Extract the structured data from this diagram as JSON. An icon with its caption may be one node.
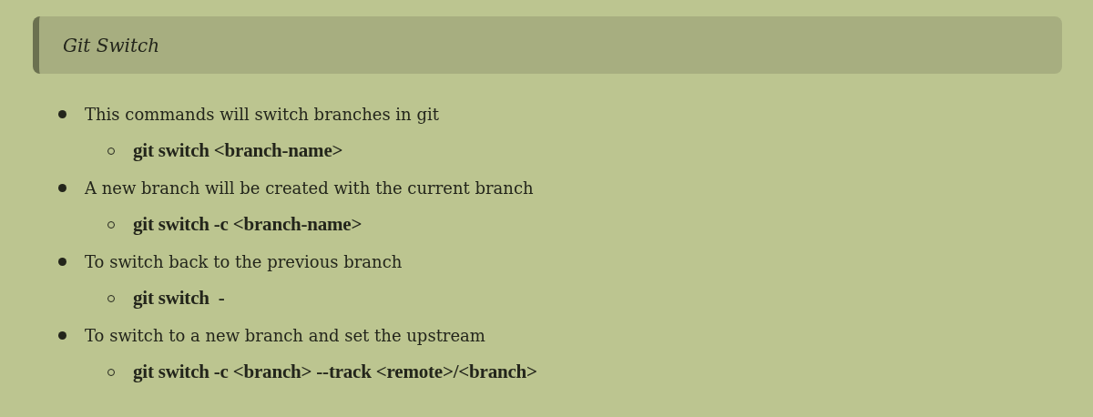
{
  "diagram": {
    "title": "Git Switch",
    "labels": [
      "This commands will switch branches in git",
      "git switch <branch-name>",
      "A new branch will be created with the current branch",
      "git switch -c <branch-name>",
      "To switch back to the previous branch",
      "git switch  -",
      "To switch to a new branch and set the upstream",
      "git switch -c <branch> --track <remote>/<branch>"
    ]
  }
}
